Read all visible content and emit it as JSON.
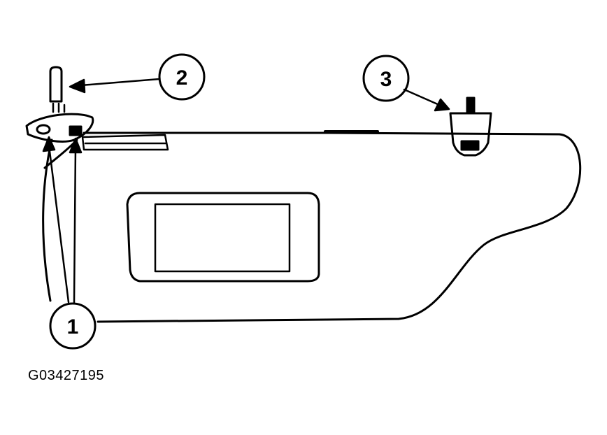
{
  "callouts": [
    {
      "id": "1",
      "label": "1"
    },
    {
      "id": "2",
      "label": "2"
    },
    {
      "id": "3",
      "label": "3"
    }
  ],
  "figure_code": "G03427195",
  "colors": {
    "line": "#000000",
    "background": "#ffffff"
  }
}
